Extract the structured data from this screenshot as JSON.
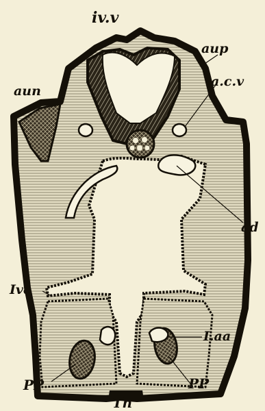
{
  "labels": {
    "ivv": "iv.v",
    "aup": "aup",
    "aun": "aun",
    "acv": "a.c.v",
    "ad": "ad",
    "lvc": "Ivc",
    "laa": "I.aa",
    "pp_left": "PP",
    "pp_right": "PP",
    "th": "Th"
  },
  "colors": {
    "paper": "#f4efd8",
    "ink": "#141008",
    "mesoderm": "#cfc8ad"
  }
}
